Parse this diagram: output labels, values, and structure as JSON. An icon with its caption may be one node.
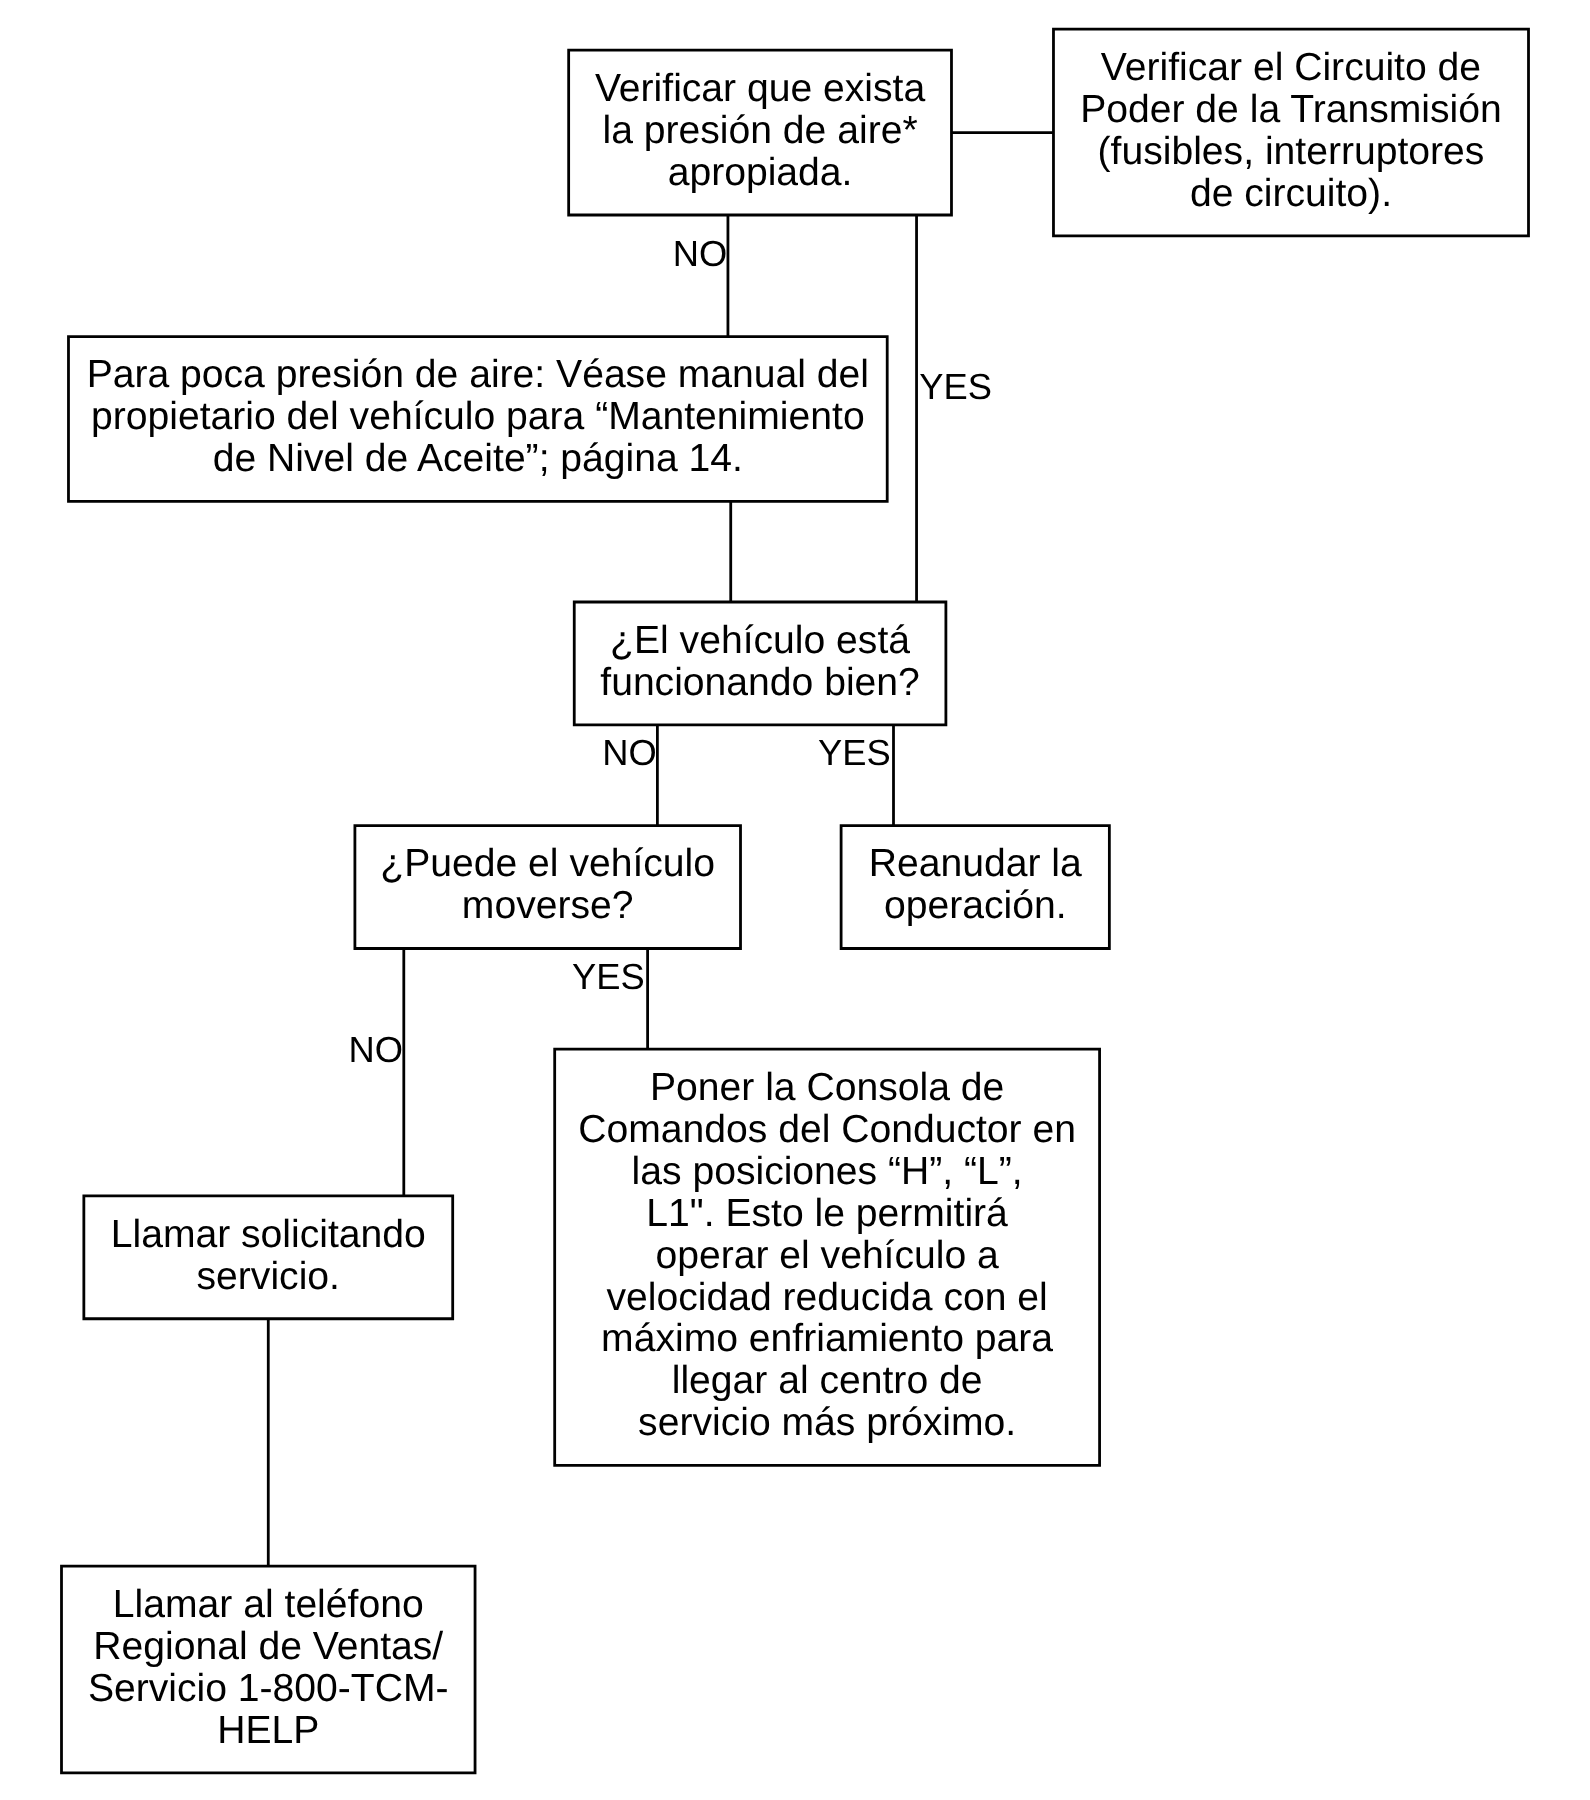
{
  "diagram": {
    "nodes": [
      {
        "text": [
          "Verificar que exista la presión de aire* apropiada."
        ]
      },
      {
        "text": [
          "Verificar el Circuito de Poder de la Transmisión (fusibles, interruptores de circuito)."
        ]
      },
      {
        "text": [
          "Para poca presión de aire: Véase manual del propietario del vehículo para “Mantenimiento de Nivel de Aceite”; página 14."
        ]
      },
      {
        "text": [
          "¿El vehículo está funcionando bien?"
        ]
      },
      {
        "text": [
          "¿Puede el vehículo moverse?"
        ]
      },
      {
        "text": [
          "Reanudar la operación."
        ]
      },
      {
        "text": [
          "Llamar solicitando servicio."
        ]
      },
      {
        "text": [
          "Poner la Consola de Comandos del Conductor en las posiciones “H”, “L”, L1\". Esto le permitirá operar el vehículo a velocidad reducida con el máximo enfriamiento para llegar al centro de servicio más próximo."
        ]
      },
      {
        "text": [
          "Llamar al teléfono Regional de Ventas/ Servicio 1-800-TCM-HELP"
        ]
      }
    ],
    "edges": [
      {
        "from": 0,
        "to": 1,
        "arrow": "none"
      },
      {
        "from": 0,
        "to": 2,
        "arrow": "none",
        "label": "NO"
      },
      {
        "from": 0,
        "to": 3,
        "arrow": "none",
        "label": "YES"
      },
      {
        "from": 2,
        "to": 3,
        "arrow": "none"
      },
      {
        "from": 3,
        "to": 4,
        "arrow": "none",
        "label": "NO"
      },
      {
        "from": 3,
        "to": 5,
        "arrow": "none",
        "label": "YES"
      },
      {
        "from": 4,
        "to": 6,
        "arrow": "none",
        "label": "NO"
      },
      {
        "from": 4,
        "to": 7,
        "arrow": "none",
        "label": "YES"
      },
      {
        "from": 6,
        "to": 8,
        "arrow": "none"
      }
    ]
  }
}
